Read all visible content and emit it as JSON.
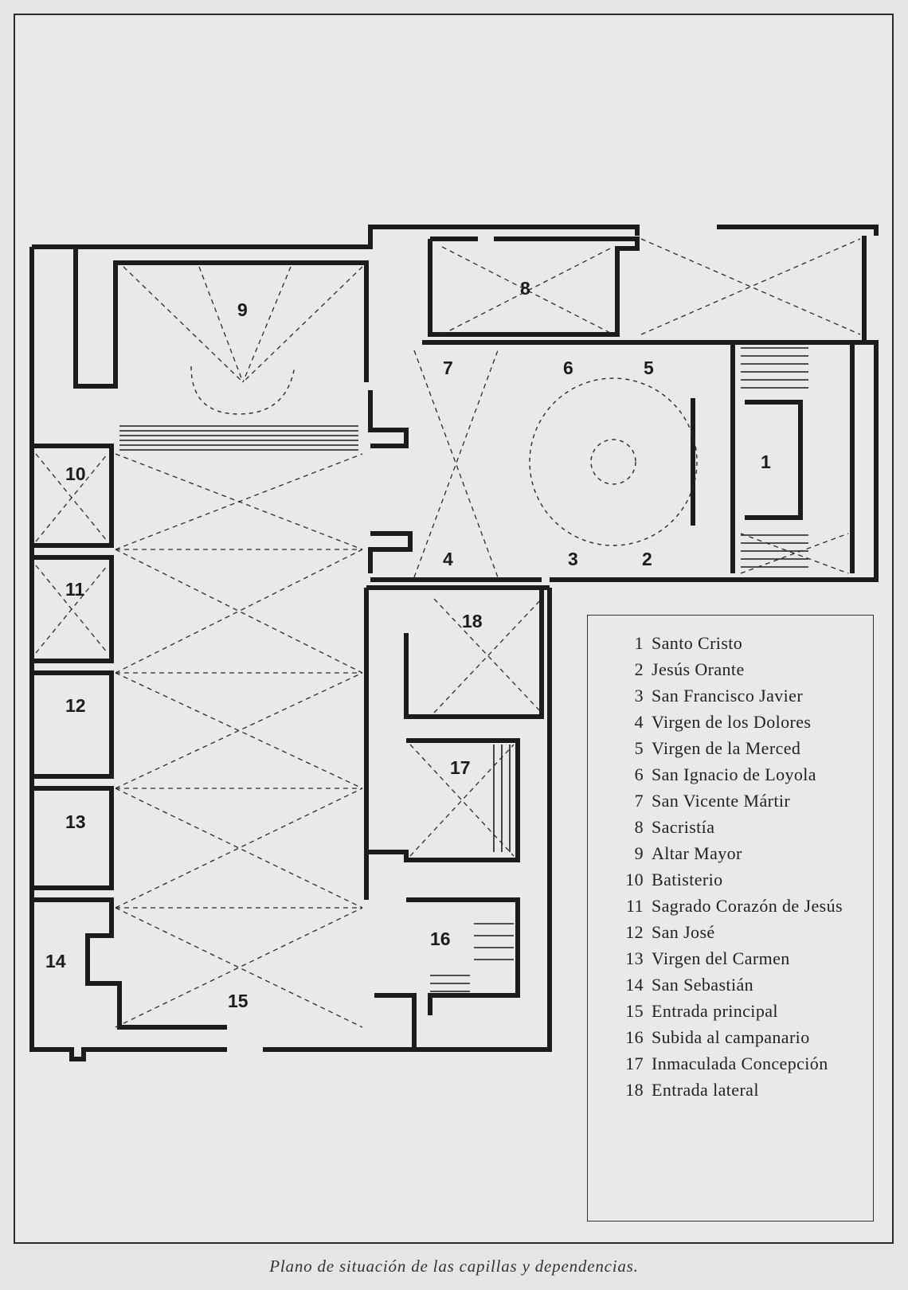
{
  "rooms": [
    {
      "num": "1"
    },
    {
      "num": "2"
    },
    {
      "num": "3"
    },
    {
      "num": "4"
    },
    {
      "num": "5"
    },
    {
      "num": "6"
    },
    {
      "num": "7"
    },
    {
      "num": "8"
    },
    {
      "num": "9"
    },
    {
      "num": "10"
    },
    {
      "num": "11"
    },
    {
      "num": "12"
    },
    {
      "num": "13"
    },
    {
      "num": "14"
    },
    {
      "num": "15"
    },
    {
      "num": "16"
    },
    {
      "num": "17"
    },
    {
      "num": "18"
    }
  ],
  "legend": [
    {
      "num": "1",
      "label": "Santo Cristo"
    },
    {
      "num": "2",
      "label": "Jesús Orante"
    },
    {
      "num": "3",
      "label": "San Francisco Javier"
    },
    {
      "num": "4",
      "label": "Virgen de los Dolores"
    },
    {
      "num": "5",
      "label": "Virgen de la Merced"
    },
    {
      "num": "6",
      "label": "San Ignacio de Loyola"
    },
    {
      "num": "7",
      "label": "San Vicente Mártir"
    },
    {
      "num": "8",
      "label": "Sacristía"
    },
    {
      "num": "9",
      "label": "Altar Mayor"
    },
    {
      "num": "10",
      "label": "Batisterio"
    },
    {
      "num": "11",
      "label": "Sagrado Corazón de Jesús"
    },
    {
      "num": "12",
      "label": "San José"
    },
    {
      "num": "13",
      "label": "Virgen del Carmen"
    },
    {
      "num": "14",
      "label": "San Sebastián"
    },
    {
      "num": "15",
      "label": "Entrada principal"
    },
    {
      "num": "16",
      "label": "Subida al campanario"
    },
    {
      "num": "17",
      "label": "Inmaculada Concepción"
    },
    {
      "num": "18",
      "label": "Entrada lateral"
    }
  ],
  "caption": "Plano de situación de las capillas y dependencias.",
  "colors": {
    "ink": "#1c1c1c",
    "paper": "#e9eae7"
  }
}
